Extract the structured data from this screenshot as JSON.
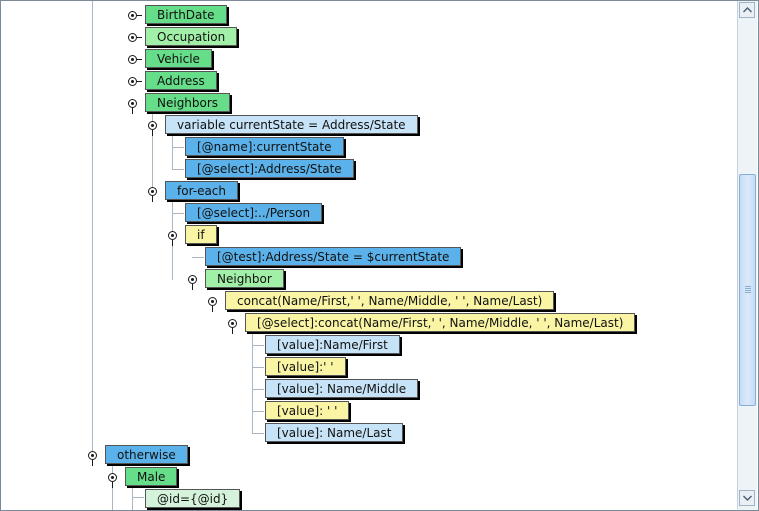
{
  "tree": {
    "nodes": [
      {
        "id": "birthdate",
        "label": "BirthDate",
        "color": "green"
      },
      {
        "id": "occupation",
        "label": "Occupation",
        "color": "lgreen"
      },
      {
        "id": "vehicle",
        "label": "Vehicle",
        "color": "green"
      },
      {
        "id": "address",
        "label": "Address",
        "color": "green"
      },
      {
        "id": "neighbors",
        "label": "Neighbors",
        "color": "green"
      },
      {
        "id": "variable",
        "label": "variable currentState = Address/State",
        "color": "lblue"
      },
      {
        "id": "var-name",
        "label": "[@name]:currentState",
        "color": "blue"
      },
      {
        "id": "var-select",
        "label": "[@select]:Address/State",
        "color": "blue"
      },
      {
        "id": "for-each",
        "label": "for-each",
        "color": "blue"
      },
      {
        "id": "foreach-select",
        "label": "[@select]:../Person",
        "color": "blue"
      },
      {
        "id": "if",
        "label": "if",
        "color": "yellow"
      },
      {
        "id": "if-test",
        "label": "[@test]:Address/State = $currentState",
        "color": "blue"
      },
      {
        "id": "neighbor",
        "label": "Neighbor",
        "color": "lgreen"
      },
      {
        "id": "concat",
        "label": "concat(Name/First,' ', Name/Middle, ' ', Name/Last)",
        "color": "yellow"
      },
      {
        "id": "concat-select",
        "label": "[@select]:concat(Name/First,' ', Name/Middle, ' ', Name/Last)",
        "color": "yellow"
      },
      {
        "id": "val-first",
        "label": "[value]:Name/First",
        "color": "lblue"
      },
      {
        "id": "val-sp1",
        "label": "[value]:' '",
        "color": "yellow"
      },
      {
        "id": "val-middle",
        "label": "[value]: Name/Middle",
        "color": "lblue"
      },
      {
        "id": "val-sp2",
        "label": "[value]: ' '",
        "color": "yellow"
      },
      {
        "id": "val-last",
        "label": "[value]: Name/Last",
        "color": "lblue"
      },
      {
        "id": "otherwise",
        "label": "otherwise",
        "color": "blue"
      },
      {
        "id": "male",
        "label": "Male",
        "color": "green"
      },
      {
        "id": "id-attr",
        "label": "@id={@id}",
        "color": "faint"
      }
    ]
  },
  "colors": {
    "green": "#66dd88",
    "lgreen": "#a2f0a8",
    "blue": "#5bb2ea",
    "lblue": "#c7e3f7",
    "yellow": "#f9f5a4",
    "faint": "#d4f3da"
  },
  "icons": {
    "toggle": "node-toggle-icon",
    "scroll_up": "arrow-up-icon",
    "scroll_down": "arrow-down-icon"
  }
}
